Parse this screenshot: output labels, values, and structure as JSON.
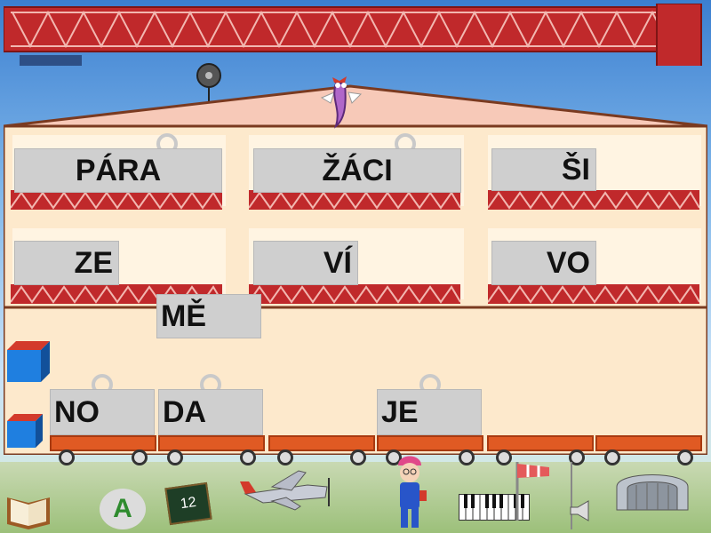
{
  "words": {
    "top_row": [
      "PÁRA",
      "ŽÁCI",
      "ŠI"
    ],
    "middle_row": [
      "ZE",
      "VÍ",
      "VO"
    ],
    "hooked": "MĚ",
    "bottom_row": [
      "NO",
      "DA",
      "JE"
    ]
  },
  "toolbar": {
    "book": "book-icon",
    "letter_label": "A",
    "board_label": "12",
    "airplane": "airplane-icon",
    "character": "worker-character",
    "keyboard": "piano-keyboard-icon",
    "windsock": "windsock-icon",
    "loudspeaker": "loudspeaker-icon",
    "hangar": "hangar-icon"
  },
  "colors": {
    "girder": "#c0292b",
    "wall": "#fde9cc",
    "roof": "#f7c9b8",
    "card": "#cfcfcf",
    "cart": "#e05a23",
    "cube_top": "#d33a2b",
    "cube_front": "#1f7fe0"
  }
}
